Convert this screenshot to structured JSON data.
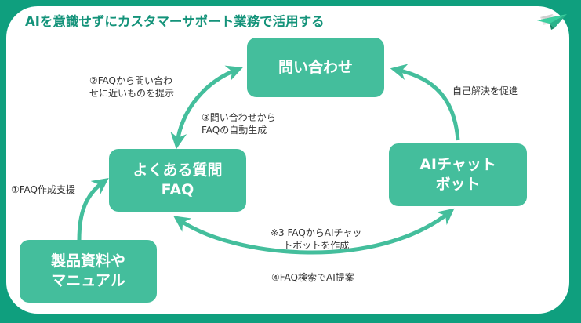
{
  "title": "AIを意識せずにカスタマーサポート業務で活用する",
  "colors": {
    "background": "#0f9f7e",
    "panel": "#ffffff",
    "node_fill": "#44be9c",
    "node_text": "#ffffff",
    "arrow": "#44be9c",
    "title_text": "#14937a",
    "label_text": "#333333"
  },
  "logo": {
    "icon": "paper-plane-envelope-icon"
  },
  "nodes": {
    "inquiry": {
      "lines": [
        "問い合わせ"
      ]
    },
    "faq": {
      "lines": [
        "よくある質問",
        "FAQ"
      ]
    },
    "chatbot": {
      "lines": [
        "AIチャット",
        "ボット"
      ]
    },
    "manual": {
      "lines": [
        "製品資料や",
        "マニュアル"
      ]
    }
  },
  "labels": {
    "step1": "①FAQ作成支援",
    "step2": [
      "②FAQから問い合わ",
      "せに近いものを提示"
    ],
    "step3": [
      "③問い合わせから",
      "FAQの自動生成"
    ],
    "self_solve": "自己解決を促進",
    "note3": [
      "※3 FAQからAIチャッ",
      "トボットを作成"
    ],
    "step4": "④FAQ検索でAI提案"
  },
  "edges": [
    {
      "from": "manual",
      "to": "faq",
      "label": "step1"
    },
    {
      "from": "inquiry",
      "to": "faq",
      "label": "step2/step3",
      "bidirectional": true
    },
    {
      "from": "chatbot",
      "to": "inquiry",
      "label": "self_solve"
    },
    {
      "from": "faq",
      "to": "chatbot",
      "label": "note3/step4",
      "bidirectional": true
    }
  ]
}
